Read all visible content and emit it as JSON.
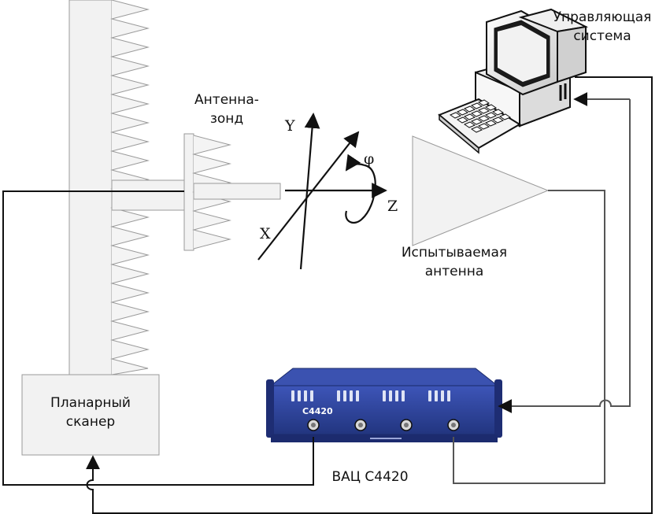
{
  "labels": {
    "control_system": [
      "Управляющая",
      "система"
    ],
    "probe_antenna": [
      "Антенна-",
      "зонд"
    ],
    "test_antenna": [
      "Испытываемая",
      "антенна"
    ],
    "planar_scanner": [
      "Планарный",
      "сканер"
    ],
    "vna": "ВАЦ С4420",
    "vna_brand": "C4420",
    "axis_y": "Y",
    "axis_x": "X",
    "axis_z": "Z",
    "axis_phi": "φ"
  },
  "colors": {
    "line": "#111111",
    "wire_gray": "#555555",
    "absorber_fill": "#f2f2f2",
    "absorber_stroke": "#9a9a9a",
    "vna_blue": "#2a3f9a",
    "vna_dark": "#1a2a6a"
  },
  "icons": [
    "computer-icon",
    "vna-device-icon",
    "rotation-arrow-icon"
  ]
}
